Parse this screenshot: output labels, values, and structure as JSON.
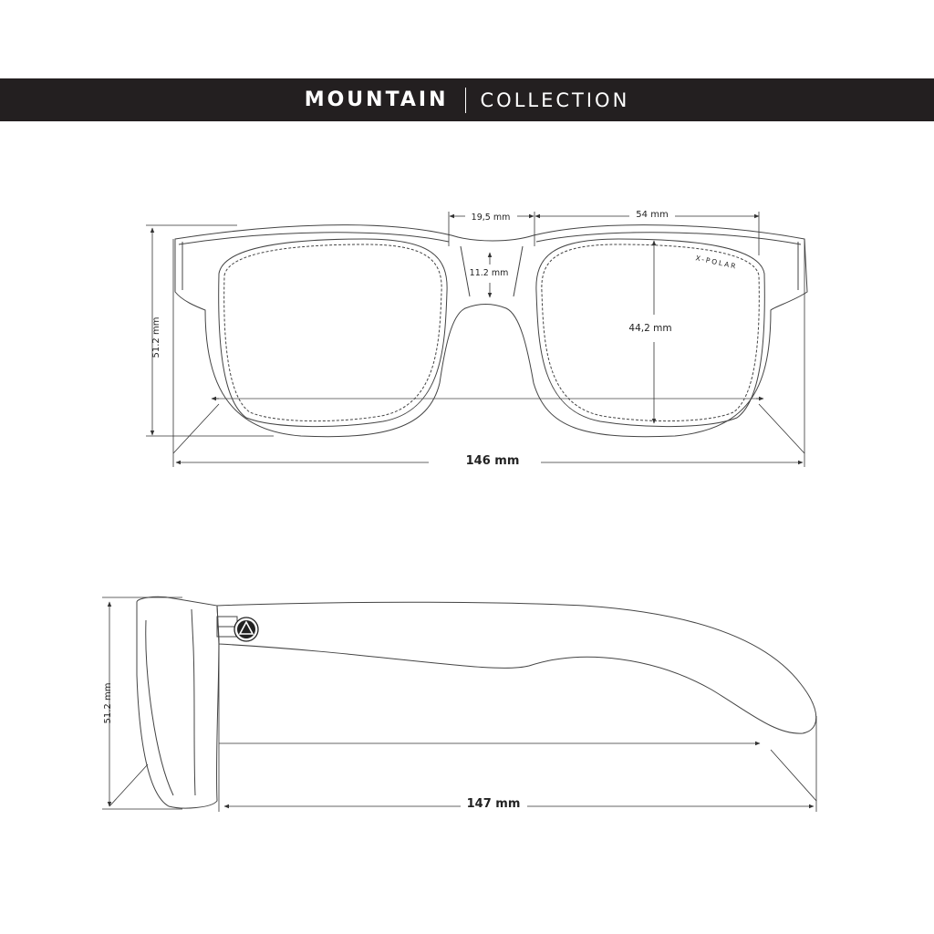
{
  "header": {
    "title_bold": "MOUNTAIN",
    "title_light": "COLLECTION"
  },
  "front_view": {
    "bridge_width": "19,5 mm",
    "lens_width": "54 mm",
    "bridge_height": "11.2 mm",
    "lens_height": "44,2 mm",
    "frame_height": "51.2 mm",
    "total_width": "146 mm",
    "lens_brand": "X-POLAR"
  },
  "side_view": {
    "frame_height": "51.2 mm",
    "temple_length": "147 mm"
  },
  "colors": {
    "banner": "#231f20",
    "line": "#333333"
  }
}
